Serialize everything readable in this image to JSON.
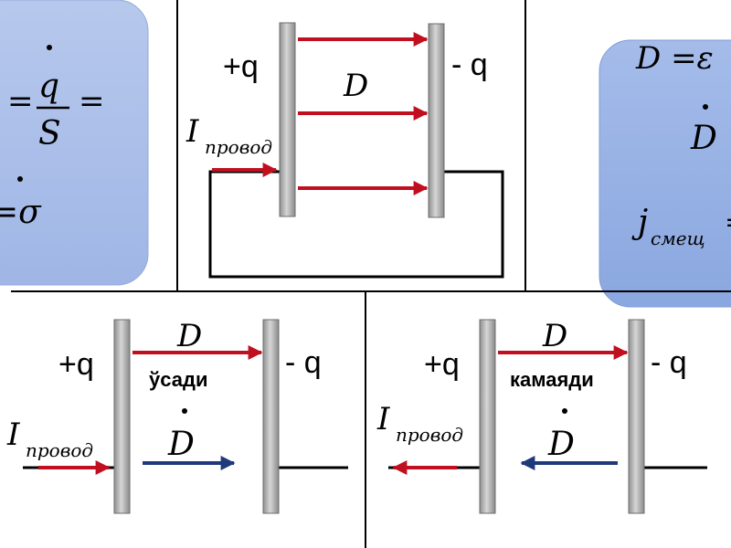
{
  "labels": {
    "plus_q": "+q",
    "minus_q": "- q",
    "D": "D",
    "I": "I",
    "provod": "провод",
    "usadi": "ўсади",
    "kamayadi": "камаяди",
    "smesh": "смещ"
  },
  "formula_left": {
    "q": "q",
    "eq1": "=",
    "S": "S",
    "eq2": "=",
    "sigma": "=σ"
  },
  "formula_right": {
    "top": "D =ε",
    "D": "D",
    "j": "j",
    "eq": "="
  },
  "colors": {
    "panel_bg": "#a9bee8",
    "panel_bg_right": "#97b1e3",
    "red_arrow": "#c0101f",
    "blue_arrow": "#1f3a7a",
    "plate": "#a8a8a8",
    "line": "#000000"
  }
}
